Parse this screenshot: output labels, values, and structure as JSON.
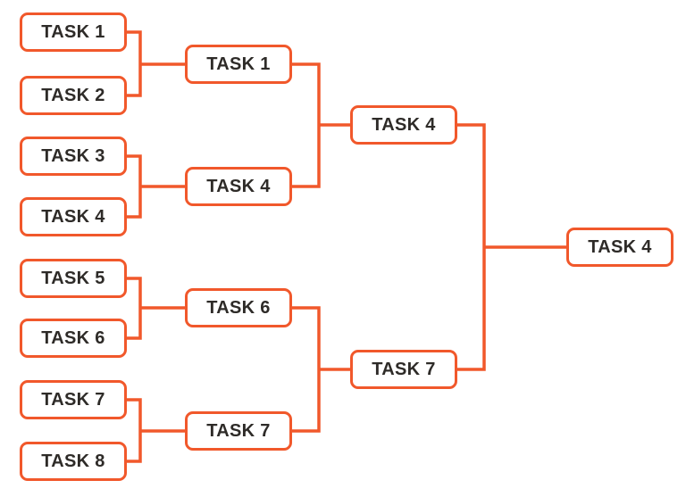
{
  "diagram": {
    "type": "tournament-bracket",
    "colors": {
      "accent": "#F1582B",
      "box_fill": "#FFFFFF",
      "text": "#2E2B28",
      "background": "#FFFFFF"
    },
    "rounds": [
      {
        "name": "round-1",
        "boxes": [
          {
            "label": "TASK 1"
          },
          {
            "label": "TASK 2"
          },
          {
            "label": "TASK 3"
          },
          {
            "label": "TASK 4"
          },
          {
            "label": "TASK 5"
          },
          {
            "label": "TASK 6"
          },
          {
            "label": "TASK 7"
          },
          {
            "label": "TASK 8"
          }
        ]
      },
      {
        "name": "round-2",
        "boxes": [
          {
            "label": "TASK 1"
          },
          {
            "label": "TASK 4"
          },
          {
            "label": "TASK 6"
          },
          {
            "label": "TASK 7"
          }
        ]
      },
      {
        "name": "round-3",
        "boxes": [
          {
            "label": "TASK 4"
          },
          {
            "label": "TASK 7"
          }
        ]
      },
      {
        "name": "winner",
        "boxes": [
          {
            "label": "TASK 4"
          }
        ]
      }
    ]
  }
}
